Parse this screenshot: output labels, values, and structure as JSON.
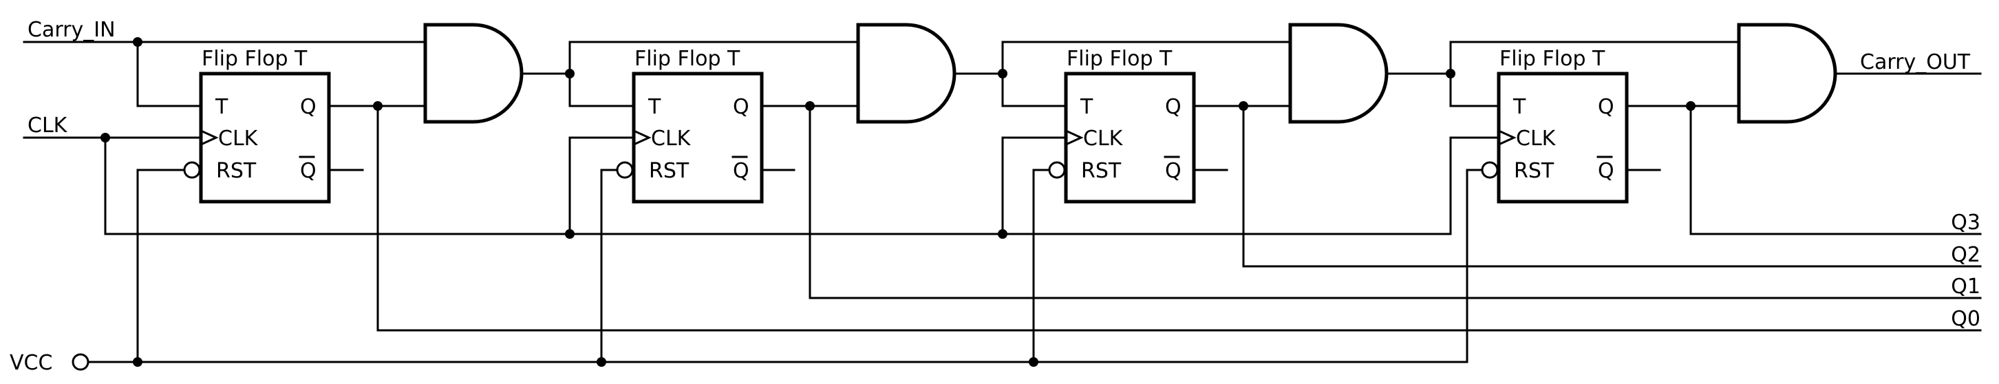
{
  "diagram": {
    "type": "4-bit synchronous binary counter schematic",
    "colors": {
      "ink": "#000000",
      "background": "#ffffff"
    },
    "inputs": {
      "carry_in": "Carry_IN",
      "clock": "CLK",
      "supply": "VCC"
    },
    "outputs": {
      "carry_out": "Carry_OUT",
      "bits": [
        "Q0",
        "Q1",
        "Q2",
        "Q3"
      ]
    },
    "flip_flops": [
      {
        "title": "Flip Flop T",
        "pins": {
          "t": "T",
          "clk": "CLK",
          "rst": "RST",
          "q": "Q",
          "qbar": "Q"
        },
        "output_net": "Q0"
      },
      {
        "title": "Flip Flop T",
        "pins": {
          "t": "T",
          "clk": "CLK",
          "rst": "RST",
          "q": "Q",
          "qbar": "Q"
        },
        "output_net": "Q1"
      },
      {
        "title": "Flip Flop T",
        "pins": {
          "t": "T",
          "clk": "CLK",
          "rst": "RST",
          "q": "Q",
          "qbar": "Q"
        },
        "output_net": "Q2"
      },
      {
        "title": "Flip Flop T",
        "pins": {
          "t": "T",
          "clk": "CLK",
          "rst": "RST",
          "q": "Q",
          "qbar": "Q"
        },
        "output_net": "Q3"
      }
    ],
    "gates": [
      {
        "kind": "AND",
        "inputs": [
          "Carry_IN",
          "Q0"
        ]
      },
      {
        "kind": "AND",
        "inputs": [
          "AND1",
          "Q1"
        ]
      },
      {
        "kind": "AND",
        "inputs": [
          "AND2",
          "Q2"
        ]
      },
      {
        "kind": "AND",
        "inputs": [
          "AND3",
          "Q3"
        ],
        "output": "Carry_OUT"
      }
    ]
  }
}
